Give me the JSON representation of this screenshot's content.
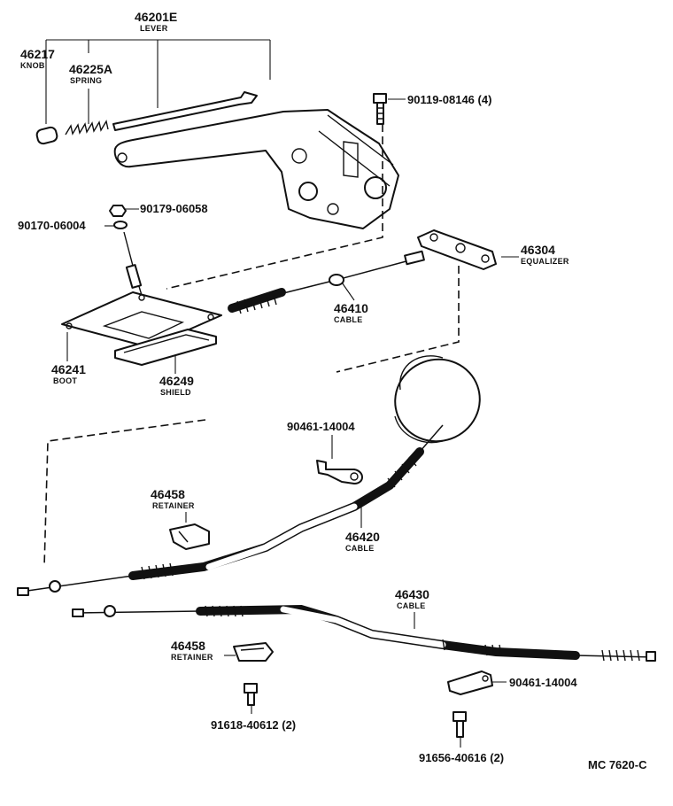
{
  "parts": {
    "lever": {
      "number": "46201E",
      "name": "LEVER"
    },
    "knob": {
      "number": "46217",
      "name": "KNOB"
    },
    "spring": {
      "number": "46225A",
      "name": "SPRING"
    },
    "bolt_top": {
      "code": "90119-08146 (4)"
    },
    "nut": {
      "code": "90179-06058"
    },
    "washer": {
      "code": "90170-06004"
    },
    "equalizer": {
      "number": "46304",
      "name": "EQUALIZER"
    },
    "cable_front": {
      "number": "46410",
      "name": "CABLE"
    },
    "boot": {
      "number": "46241",
      "name": "BOOT"
    },
    "shield": {
      "number": "46249",
      "name": "SHIELD"
    },
    "clamp_upper": {
      "code": "90461-14004"
    },
    "retainer_upper": {
      "number": "46458",
      "name": "RETAINER"
    },
    "cable_left": {
      "number": "46420",
      "name": "CABLE"
    },
    "cable_right": {
      "number": "46430",
      "name": "CABLE"
    },
    "retainer_lower": {
      "number": "46458",
      "name": "RETAINER"
    },
    "clamp_lower": {
      "code": "90461-14004"
    },
    "bolt_left": {
      "code": "91618-40612 (2)"
    },
    "bolt_right": {
      "code": "91656-40616 (2)"
    }
  },
  "diagram_code": "MC 7620-C"
}
